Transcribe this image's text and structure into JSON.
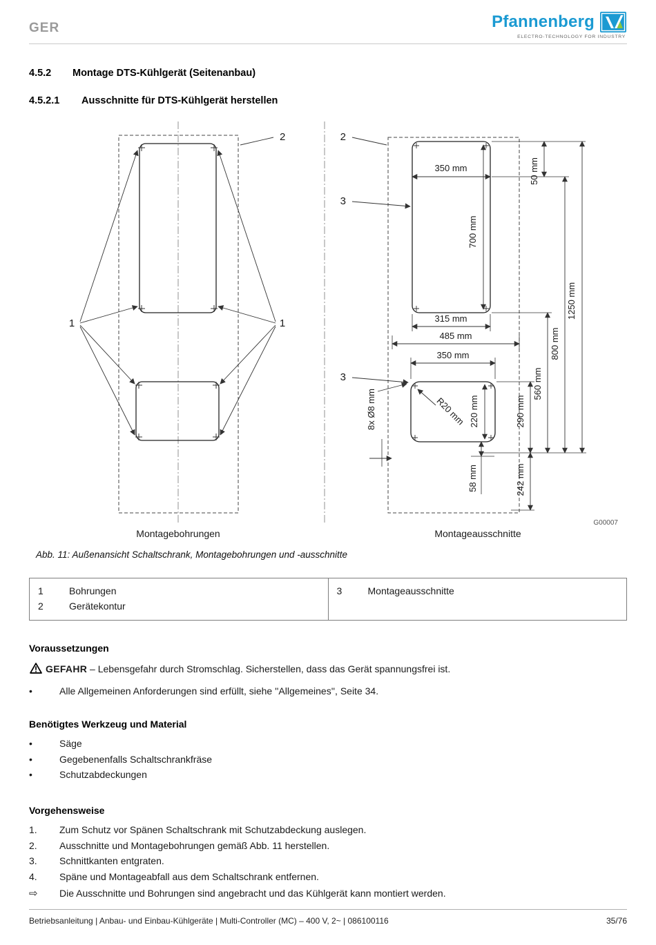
{
  "header": {
    "lang": "GER",
    "brand": "Pfannenberg",
    "tagline": "ELECTRO-TECHNOLOGY FOR INDUSTRY"
  },
  "headings": {
    "h1_num": "4.5.2",
    "h1_title": "Montage DTS-Kühlgerät (Seitenanbau)",
    "h2_num": "4.5.2.1",
    "h2_title": "Ausschnitte für DTS-Kühlgerät herstellen"
  },
  "figure": {
    "label_left": "Montagebohrungen",
    "label_right": "Montageausschnitte",
    "code": "G00007",
    "caption": "Abb. 11: Außenansicht Schaltschrank, Montagebohrungen und -ausschnitte",
    "callout_1": "1",
    "callout_2": "2",
    "callout_3": "3",
    "dims": {
      "w350_top": "350 mm",
      "h50": "50 mm",
      "h700": "700 mm",
      "h1250": "1250 mm",
      "w315": "315 mm",
      "w485": "485 mm",
      "w350_bottom": "350 mm",
      "h800": "800 mm",
      "h560": "560 mm",
      "h290": "290 mm",
      "h220": "220 mm",
      "r20": "R20 mm",
      "holes": "8x Ø8 mm",
      "h58": "58 mm",
      "h242": "242 mm"
    }
  },
  "legend": {
    "rows": [
      {
        "num": "1",
        "label": "Bohrungen"
      },
      {
        "num": "2",
        "label": "Gerätekontur"
      },
      {
        "num": "3",
        "label": "Montageausschnitte"
      }
    ]
  },
  "bullets": {
    "dot": "•"
  },
  "prerequisites": {
    "heading": "Voraussetzungen",
    "danger_label": "GEFAHR",
    "danger_text": " – Lebensgefahr durch Stromschlag. Sicherstellen, dass das Gerät spannungsfrei ist.",
    "bullet": "Alle Allgemeinen Anforderungen sind erfüllt, siehe ''Allgemeines'', Seite 34."
  },
  "tools": {
    "heading": "Benötigtes Werkzeug und Material",
    "items": [
      "Säge",
      "Gegebenenfalls Schaltschrankfräse",
      "Schutzabdeckungen"
    ]
  },
  "procedure": {
    "heading": "Vorgehensweise",
    "steps": [
      {
        "num": "1.",
        "text": "Zum Schutz vor Spänen Schaltschrank mit Schutzabdeckung auslegen."
      },
      {
        "num": "2.",
        "text": "Ausschnitte und Montagebohrungen gemäß Abb. 11 herstellen."
      },
      {
        "num": "3.",
        "text": "Schnittkanten entgraten."
      },
      {
        "num": "4.",
        "text": "Späne und Montageabfall aus dem Schaltschrank entfernen."
      }
    ],
    "result_marker": "⇨",
    "result": "Die Ausschnitte und Bohrungen sind angebracht und das Kühlgerät kann montiert werden."
  },
  "footer": {
    "left": "Betriebsanleitung | Anbau- und Einbau-Kühlgeräte | Multi-Controller (MC) – 400 V, 2~ | 086100116",
    "right": "35/76"
  }
}
